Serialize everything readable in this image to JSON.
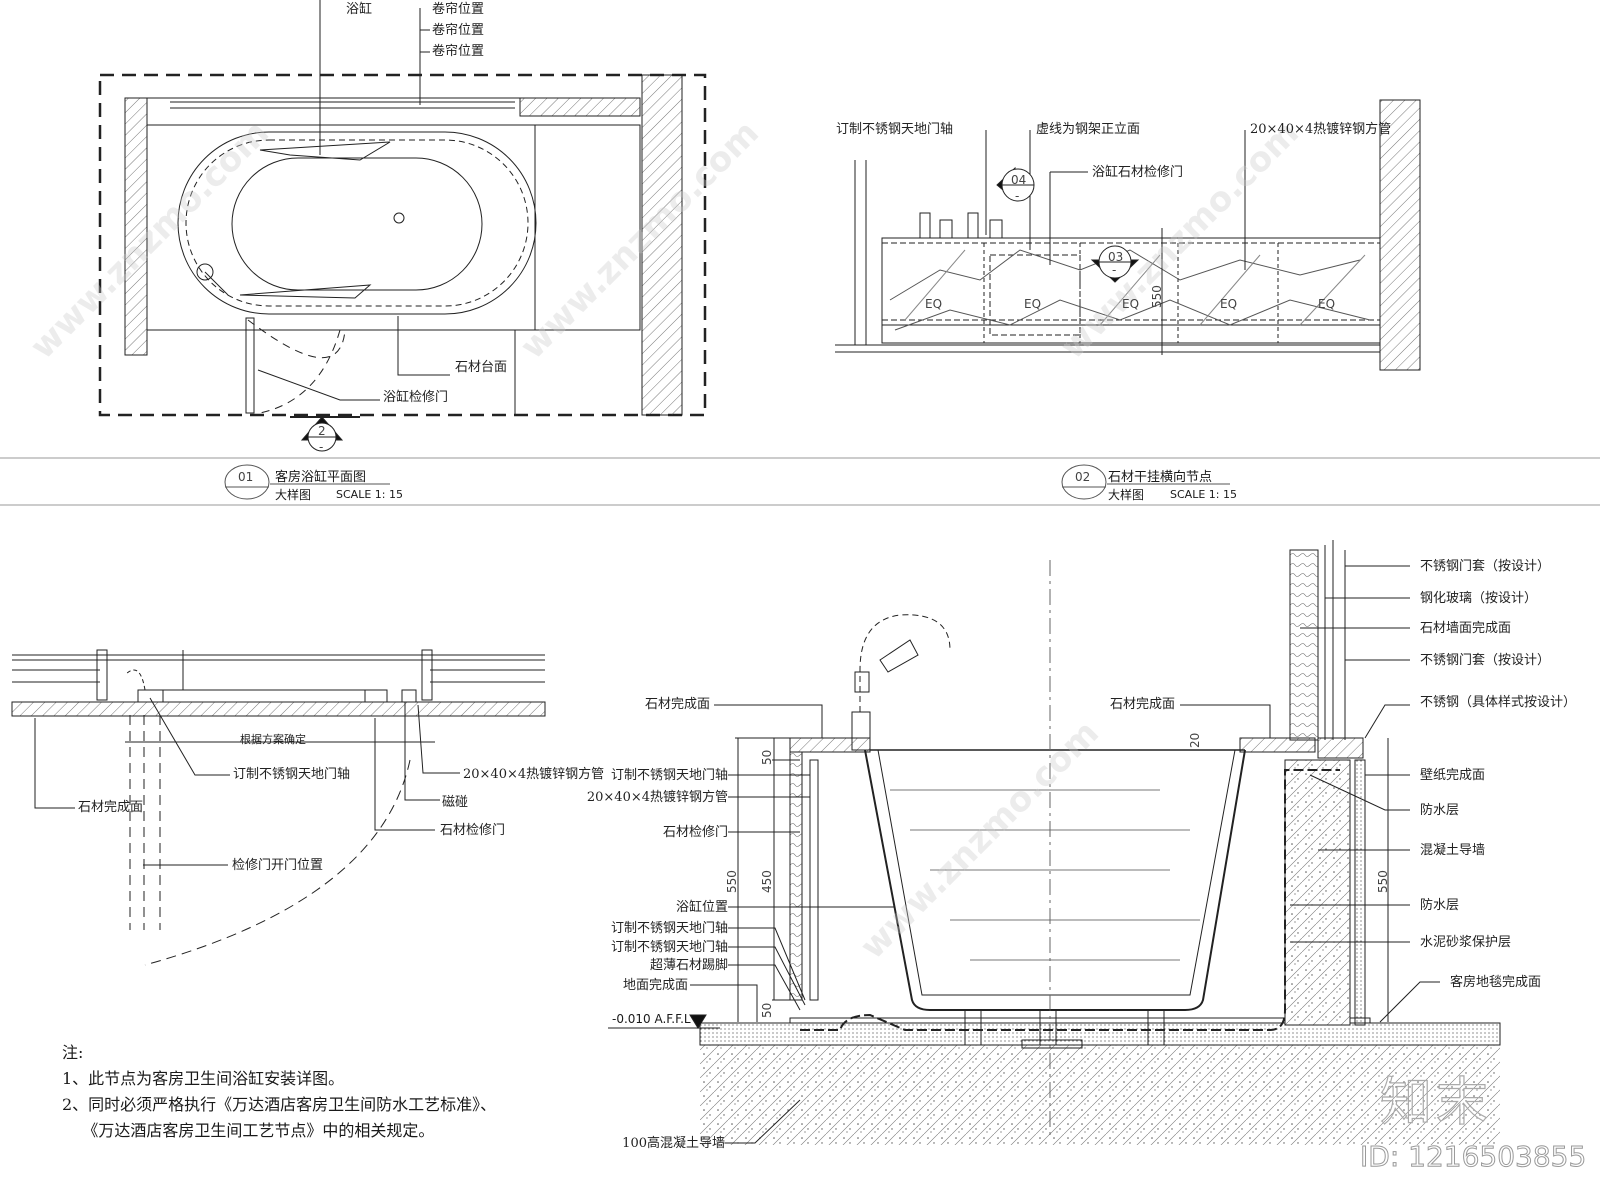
{
  "drawing_01": {
    "callouts": {
      "bathtub": "浴缸",
      "curtain_1": "卷帘位置",
      "curtain_2": "卷帘位置",
      "curtain_3": "卷帘位置",
      "stone_counter": "石材台面",
      "access_door": "浴缸检修门"
    },
    "section_marker": {
      "number": "2",
      "sheet": "-"
    },
    "title_block": {
      "number": "01",
      "title": "客房浴缸平面图",
      "subtitle": "大样图",
      "scale": "SCALE  1: 15"
    }
  },
  "drawing_02": {
    "callouts": {
      "pivot": "订制不锈钢天地门轴",
      "dashed_frame": "虚线为钢架正立面",
      "steel_tube": "20×40×4热镀锌钢方管",
      "stone_access_door": "浴缸石材检修门"
    },
    "markers": [
      {
        "number": "04",
        "sheet": "-"
      },
      {
        "number": "03",
        "sheet": "-"
      }
    ],
    "eq_labels": [
      "EQ",
      "EQ",
      "EQ",
      "EQ",
      "EQ"
    ],
    "dimension": "550",
    "title_block": {
      "number": "02",
      "title": "石材干挂横向节点",
      "subtitle": "大样图",
      "scale": "SCALE  1: 15"
    }
  },
  "drawing_03": {
    "dimension_label": "根据方案确定",
    "callouts": {
      "pivot": "订制不锈钢天地门轴",
      "steel_tube": "20×40×4热镀锌钢方管",
      "stone_finish": "石材完成面",
      "magnet": "磁碰",
      "stone_access_door": "石材检修门",
      "door_open_position": "检修门开门位置"
    }
  },
  "drawing_04": {
    "left_callouts": [
      "石材完成面",
      "订制不锈钢天地门轴",
      "20×40×4热镀锌钢方管",
      "石材检修门",
      "浴缸位置",
      "订制不锈钢天地门轴",
      "订制不锈钢天地门轴",
      "超薄石材踢脚",
      "地面完成面",
      "100高混凝土导墙"
    ],
    "top_callout": "石材完成面",
    "right_callouts": [
      "不锈钢门套（按设计）",
      "钢化玻璃（按设计）",
      "石材墙面完成面",
      "不锈钢门套（按设计）",
      "不锈钢（具体样式按设计）",
      "壁纸完成面",
      "防水层",
      "混凝土导墙",
      "防水层",
      "水泥砂浆保护层",
      "客房地毯完成面"
    ],
    "dimensions": {
      "d50_top": "50",
      "d550_left": "550",
      "d450": "450",
      "d50_bottom": "50",
      "d20": "20",
      "d550_right": "550"
    },
    "elevation": "-0.010  A.F.F.L"
  },
  "notes": {
    "heading": "注:",
    "items": [
      "1、此节点为客房卫生间浴缸安装详图。",
      "2、同时必须严格执行《万达酒店客房卫生间防水工艺标准》、",
      "    《万达酒店客房卫生间工艺节点》中的相关规定。"
    ]
  },
  "watermark": {
    "brand": "知末",
    "id": "ID: 1216503855",
    "site": "www.znzmo.com"
  }
}
